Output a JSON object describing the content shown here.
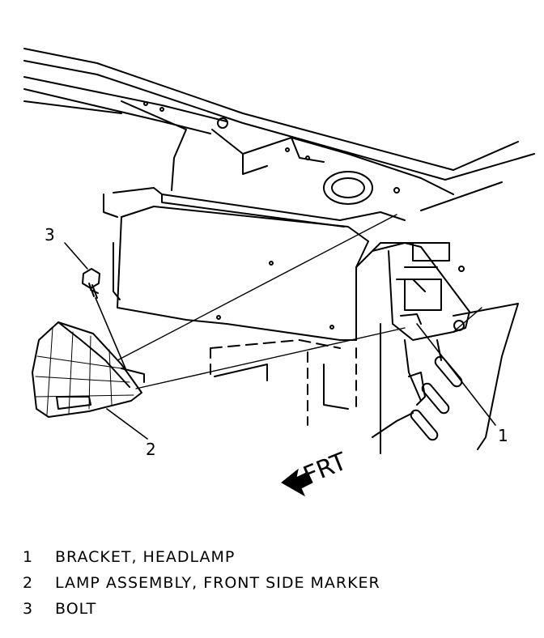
{
  "callouts": [
    {
      "number": "1",
      "label": "BRACKET, HEADLAMP"
    },
    {
      "number": "2",
      "label": "LAMP ASSEMBLY, FRONT SIDE MARKER"
    },
    {
      "number": "3",
      "label": "BOLT"
    }
  ],
  "direction_label": "FRT",
  "colors": {
    "ink": "#000000",
    "paper": "#ffffff"
  }
}
